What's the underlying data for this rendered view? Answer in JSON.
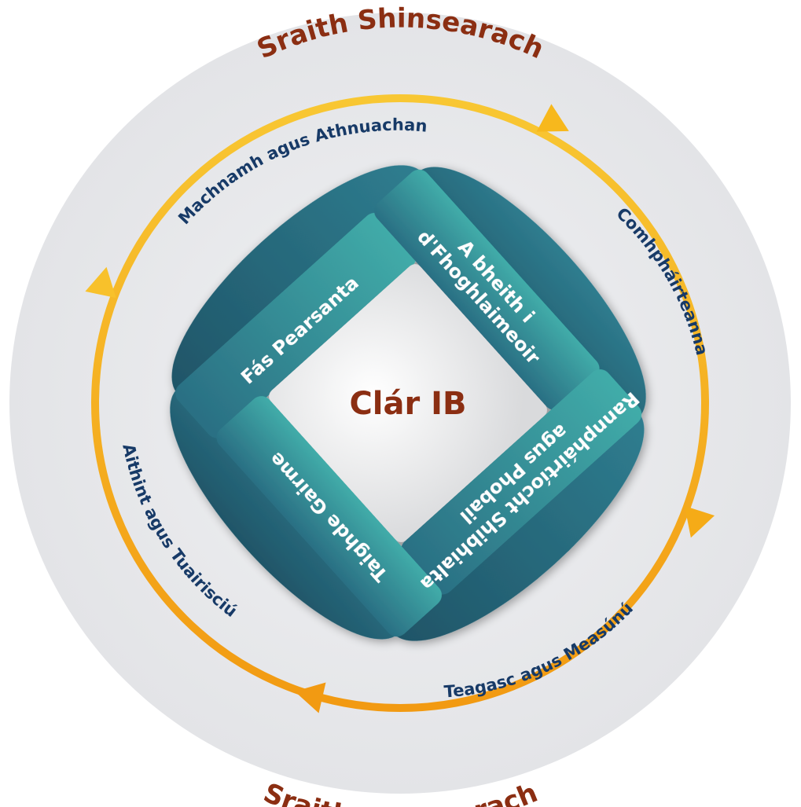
{
  "colors": {
    "background_disc": "#e8e9eb",
    "cycle_ring": "#f6b419",
    "title_text": "#8b2e12",
    "stage_text": "#173a67",
    "band_dark": "#245f74",
    "band_mid": "#2f8b98",
    "band_light": "#40aaa8",
    "core_fill": "#f2f2f2",
    "core_text": "#8b2e12"
  },
  "titles": {
    "top": "Sraith Shinsearach",
    "bottom": "Sraith Shinsearach"
  },
  "cycle_stages": [
    {
      "id": "top-left",
      "label": "Machnamh agus Athnuachan"
    },
    {
      "id": "right",
      "label": "Comhpháirteanna"
    },
    {
      "id": "bottom-right",
      "label": "Teagasc agus Measúnú"
    },
    {
      "id": "left",
      "label": "Aithint agus Tuairisciú"
    }
  ],
  "bands": [
    {
      "id": "top",
      "lines": [
        "Fás Pearsanta"
      ]
    },
    {
      "id": "right",
      "lines": [
        "A bheith i",
        "d'Fhoghlaimeoir"
      ]
    },
    {
      "id": "bottom",
      "lines": [
        "Rannpháirtíocht Shibhialta",
        "agus Phobail"
      ]
    },
    {
      "id": "left",
      "lines": [
        "Taighde Gairme"
      ]
    }
  ],
  "core": {
    "label": "Clár IB"
  },
  "icons": [
    "arrow-head-icon"
  ]
}
